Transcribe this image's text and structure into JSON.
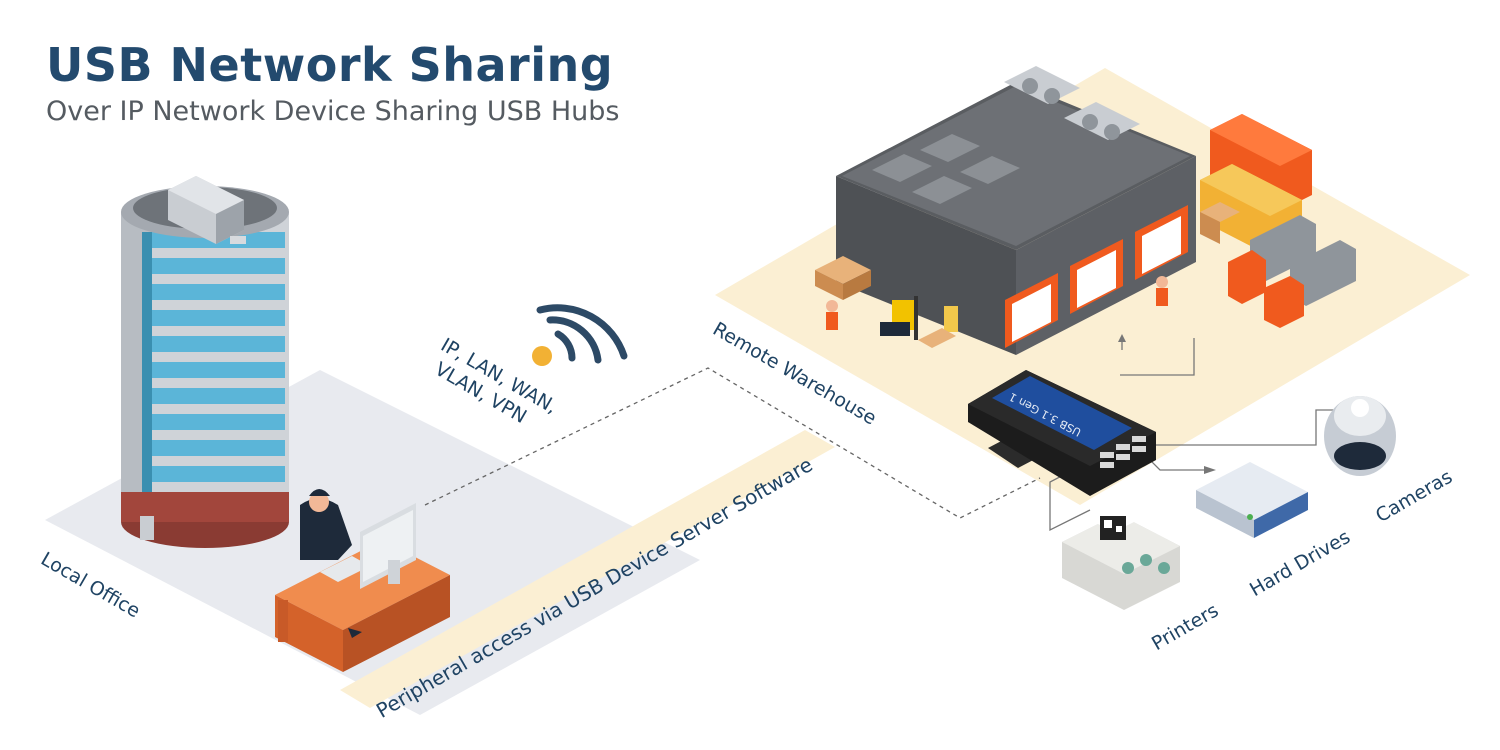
{
  "header": {
    "title": "USB Network Sharing",
    "subtitle": "Over IP Network Device Sharing USB Hubs"
  },
  "labels": {
    "local_office": "Local Office",
    "remote_warehouse": "Remote Warehouse",
    "peripheral_access": "Peripheral access via USB Device Server Software",
    "network_line1": "IP, LAN, WAN,",
    "network_line2": "VLAN, VPN"
  },
  "device": {
    "label": "USB 3.1 Gen 1"
  },
  "peripherals": {
    "printers": "Printers",
    "hard_drives": "Hard Drives",
    "cameras": "Cameras"
  },
  "colors": {
    "title": "#234a6e",
    "subtitle": "#555b61",
    "label": "#1f4363",
    "office_floor": "#e8eaef",
    "warehouse_floor": "#fbefd3",
    "building_glass": "#5bb5d8",
    "warehouse_wall": "#5a5d61",
    "door_frame": "#f05a1e",
    "container_orange": "#f05a1e",
    "container_yellow": "#f2b134",
    "desk": "#e9773a",
    "hub_top": "#1f4e9e",
    "wifi": "#2d4a66",
    "wifi_dot": "#f2b134"
  }
}
